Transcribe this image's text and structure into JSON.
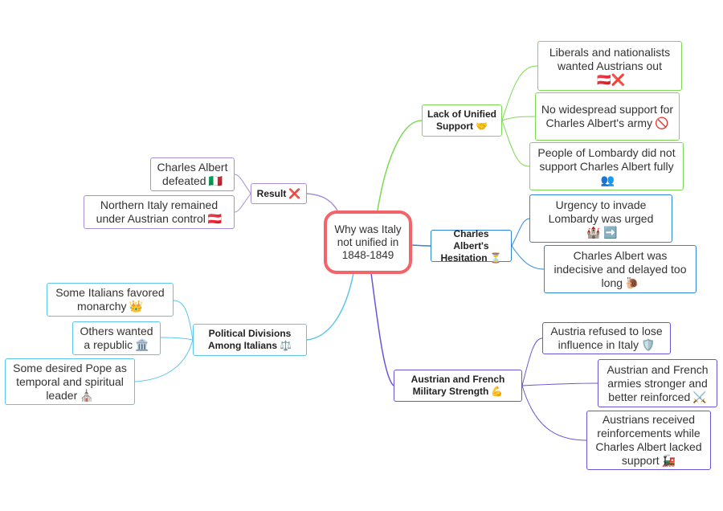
{
  "center": {
    "text": "Why was Italy not unified in 1848-1849"
  },
  "branches": {
    "lack_support": {
      "text": "Lack of Unified Support",
      "icon": "🤝",
      "items": [
        {
          "text": "Liberals and nationalists wanted Austrians out",
          "icon": "🇦🇹❌"
        },
        {
          "text": "No widespread support for Charles Albert's army",
          "icon": "🚫"
        },
        {
          "text": "People of Lombardy did not support Charles Albert fully",
          "icon": "👥"
        }
      ]
    },
    "hesitation": {
      "text": "Charles Albert's Hesitation",
      "icon": "⏳",
      "items": [
        {
          "text": "Urgency to invade Lombardy was urged",
          "icon": "🏰 ➡️"
        },
        {
          "text": "Charles Albert was indecisive and delayed too long",
          "icon": "🐌"
        }
      ]
    },
    "military": {
      "text": "Austrian and French Military Strength",
      "icon": "💪",
      "items": [
        {
          "text": "Austria refused to lose influence in Italy",
          "icon": "🛡️"
        },
        {
          "text": "Austrian and French armies stronger and better reinforced",
          "icon": "⚔️"
        },
        {
          "text": "Austrians received reinforcements while Charles Albert lacked support",
          "icon": "🚂"
        }
      ]
    },
    "divisions": {
      "text": "Political Divisions Among Italians",
      "icon": "⚖️",
      "items": [
        {
          "text": "Some Italians favored monarchy",
          "icon": "👑"
        },
        {
          "text": "Others wanted a republic",
          "icon": "🏛️"
        },
        {
          "text": "Some desired Pope as temporal and spiritual leader",
          "icon": "⛪"
        }
      ]
    },
    "result": {
      "text": "Result",
      "icon": "❌",
      "items": [
        {
          "text": "Charles Albert defeated",
          "icon": "🇮🇹"
        },
        {
          "text": "Northern Italy remained under Austrian control",
          "icon": "🇦🇹"
        }
      ]
    }
  },
  "colors": {
    "center_border": "#f2636a",
    "lack_support": "#7ed957",
    "hesitation": "#2f86d6",
    "military": "#6a55d4",
    "divisions": "#5cc6ec",
    "result": "#a98fd8"
  }
}
